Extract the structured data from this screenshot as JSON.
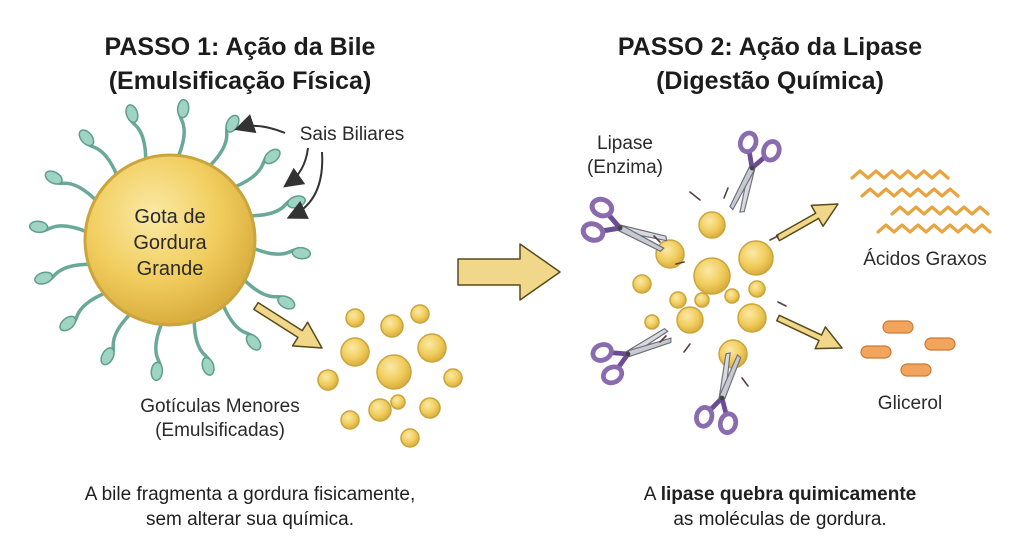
{
  "step1": {
    "title_line1": "PASSO 1: Ação da Bile",
    "title_line2": "(Emulsificação Física)",
    "bile_salts_label": "Sais Biliares",
    "fat_drop_line1": "Gota de",
    "fat_drop_line2": "Gordura",
    "fat_drop_line3": "Grande",
    "droplets_line1": "Gotículas Menores",
    "droplets_line2": "(Emulsificadas)",
    "caption_line1": "A bile fragmenta a gordura fisicamente,",
    "caption_line2": "sem alterar sua química."
  },
  "step2": {
    "title_line1": "PASSO 2: Ação da Lipase",
    "title_line2": "(Digestão Química)",
    "lipase_line1": "Lipase",
    "lipase_line2": "(Enzima)",
    "fatty_acids_label": "Ácidos Graxos",
    "glycerol_label": "Glicerol",
    "caption_prefix": "A ",
    "caption_bold": "lipase quebra quimicamente",
    "caption_line2": "as moléculas de gordura."
  },
  "colors": {
    "fat": "#f2cd5e",
    "fat_stroke": "#c9a53c",
    "bile_salt": "#9fd4c3",
    "arrow": "#f0d78a",
    "scissors": "#8a6bb0",
    "fatty_acid": "#e8a440",
    "glycerol": "#f3a45c"
  }
}
